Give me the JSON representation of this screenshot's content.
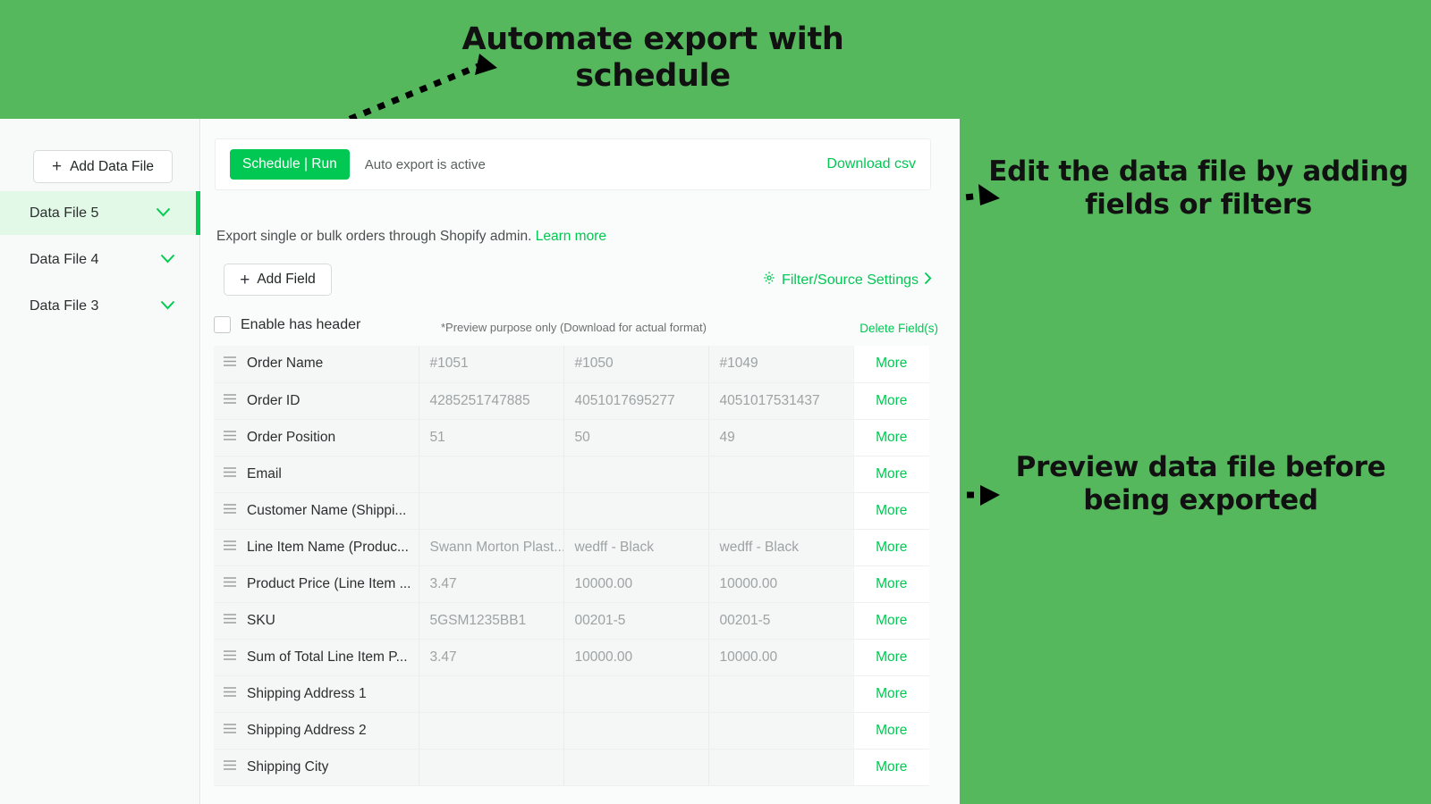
{
  "annotations": [
    {
      "id": "schedule",
      "text": "Automate export with schedule"
    },
    {
      "id": "edit",
      "text": "Edit the data file by adding fields or filters"
    },
    {
      "id": "preview",
      "text": "Preview data file before being exported"
    }
  ],
  "colors": {
    "page_background": "#55b85c",
    "accent_green": "#00c853",
    "active_item_background": "#e1f9e6",
    "panel_background": "#fafbfb",
    "cell_background": "#f5f6f6"
  },
  "sidebar": {
    "add_button_label": "Add Data File",
    "items": [
      {
        "label": "Data File 5",
        "active": true
      },
      {
        "label": "Data File 4",
        "active": false
      },
      {
        "label": "Data File 3",
        "active": false
      }
    ]
  },
  "toolbar": {
    "schedule_run_label": "Schedule | Run",
    "status_text": "Auto export is active",
    "download_label": "Download csv"
  },
  "description": {
    "text": "Export single or bulk orders through Shopify admin.",
    "link_label": "Learn more"
  },
  "actions": {
    "add_field_label": "Add Field",
    "filter_settings_label": "Filter/Source Settings"
  },
  "table_header": {
    "enable_has_header_label": "Enable has header",
    "preview_note": "*Preview purpose only (Download for actual format)",
    "delete_fields_label": "Delete Field(s)",
    "more_label": "More"
  },
  "table": {
    "rows": [
      {
        "field": "Order Name",
        "v1": "#1051",
        "v2": "#1050",
        "v3": "#1049",
        "more": "More"
      },
      {
        "field": "Order ID",
        "v1": "4285251747885",
        "v2": "4051017695277",
        "v3": "4051017531437",
        "more": "More"
      },
      {
        "field": "Order Position",
        "v1": "51",
        "v2": "50",
        "v3": "49",
        "more": "More"
      },
      {
        "field": "Email",
        "v1": "",
        "v2": "",
        "v3": "",
        "more": "More"
      },
      {
        "field": "Customer Name (Shippi...",
        "v1": "",
        "v2": "",
        "v3": "",
        "more": "More"
      },
      {
        "field": "Line Item Name (Produc...",
        "v1": "Swann Morton Plast...",
        "v2": "wedff - Black",
        "v3": "wedff - Black",
        "more": "More"
      },
      {
        "field": "Product Price (Line Item ...",
        "v1": "3.47",
        "v2": "10000.00",
        "v3": "10000.00",
        "more": "More"
      },
      {
        "field": "SKU",
        "v1": "5GSM1235BB1",
        "v2": "00201-5",
        "v3": "00201-5",
        "more": "More"
      },
      {
        "field": "Sum of Total Line Item P...",
        "v1": "3.47",
        "v2": "10000.00",
        "v3": "10000.00",
        "more": "More"
      },
      {
        "field": "Shipping Address 1",
        "v1": "",
        "v2": "",
        "v3": "",
        "more": "More"
      },
      {
        "field": "Shipping Address 2",
        "v1": "",
        "v2": "",
        "v3": "",
        "more": "More"
      },
      {
        "field": "Shipping City",
        "v1": "",
        "v2": "",
        "v3": "",
        "more": "More"
      }
    ]
  },
  "icons": {
    "plus": "plus-icon",
    "chevron_down": "chevron-down-icon",
    "chevron_right": "chevron-right-icon",
    "gear": "gear-icon",
    "drag_handle": "drag-handle-icon"
  }
}
